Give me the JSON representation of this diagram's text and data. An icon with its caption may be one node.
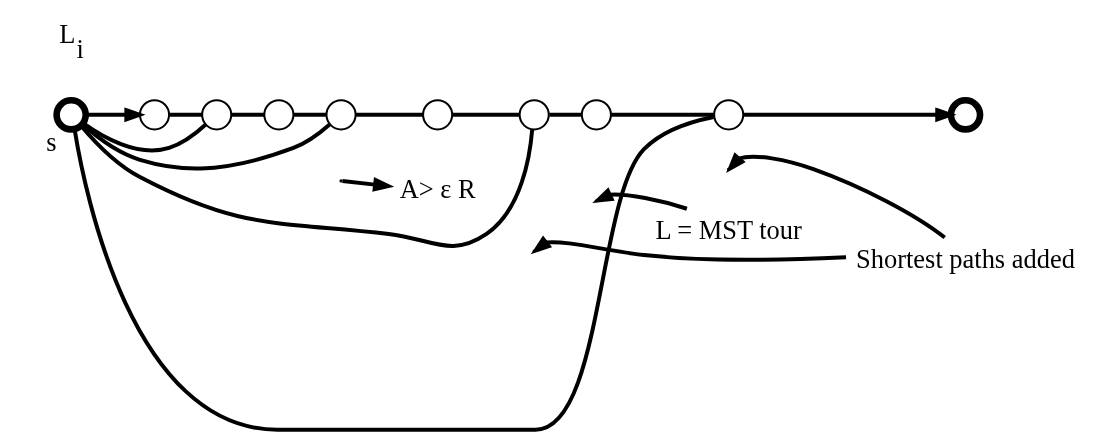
{
  "diagram": {
    "nodes": [
      {
        "text": [],
        "shape": "circle",
        "beside": [
          "s"
        ]
      },
      {
        "text": [],
        "shape": "circle"
      },
      {
        "text": [],
        "shape": "circle"
      },
      {
        "text": [],
        "shape": "circle"
      },
      {
        "text": [],
        "shape": "circle"
      },
      {
        "text": [],
        "shape": "circle"
      },
      {
        "text": [],
        "shape": "circle"
      },
      {
        "text": [],
        "shape": "circle"
      },
      {
        "text": [],
        "shape": "circle"
      },
      {
        "text": [],
        "shape": "circle"
      },
      {
        "text": [
          "Shortest paths added"
        ]
      },
      {
        "text": [
          "L = MST tour"
        ]
      },
      {
        "text": [
          "A> ε R"
        ]
      }
    ],
    "edges": [
      {
        "from": 0,
        "to": 1,
        "arrow": "to"
      },
      {
        "from": 1,
        "to": 2,
        "arrow": "none"
      },
      {
        "from": 2,
        "to": 3,
        "arrow": "none"
      },
      {
        "from": 3,
        "to": 4,
        "arrow": "none"
      },
      {
        "from": 4,
        "to": 5,
        "arrow": "none"
      },
      {
        "from": 5,
        "to": 6,
        "arrow": "none"
      },
      {
        "from": 6,
        "to": 7,
        "arrow": "none"
      },
      {
        "from": 7,
        "to": 8,
        "arrow": "none"
      },
      {
        "from": 8,
        "to": 9,
        "arrow": "to"
      },
      {
        "from": 0,
        "to": 2,
        "arrow": "none"
      },
      {
        "from": 0,
        "to": 4,
        "arrow": "none"
      },
      {
        "from": 0,
        "to": 6,
        "arrow": "none"
      },
      {
        "from": 0,
        "to": 8,
        "arrow": "none"
      },
      {
        "from": 10,
        "to": null,
        "arrow": "to"
      },
      {
        "from": 10,
        "to": null,
        "arrow": "to"
      },
      {
        "from": 11,
        "to": null,
        "arrow": "to"
      },
      {
        "from": null,
        "to": 12,
        "arrow": "to"
      }
    ],
    "labels": [
      "L$_{i}$"
    ]
  }
}
